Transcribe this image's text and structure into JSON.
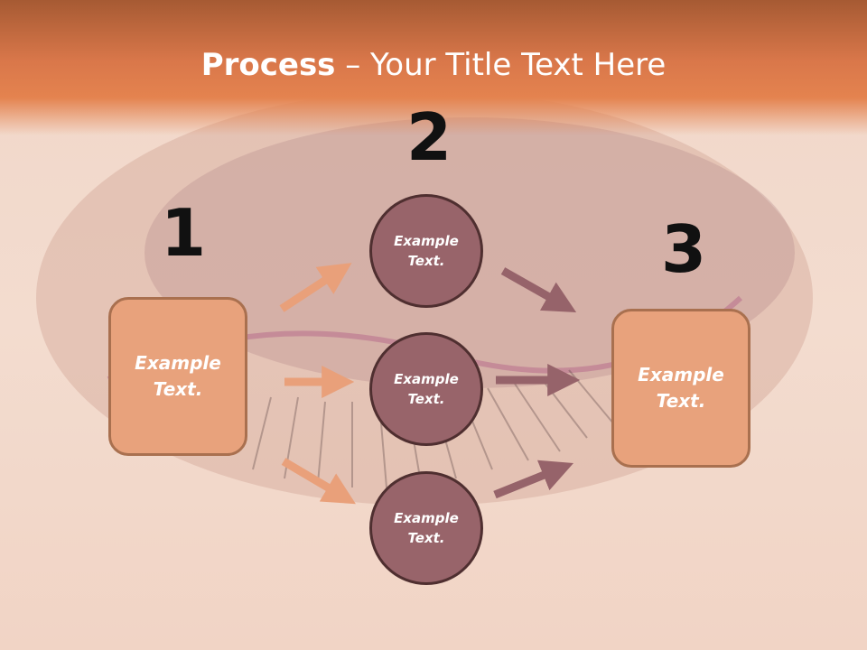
{
  "title": {
    "bold": "Process",
    "rest": " – Your Title Text Here"
  },
  "steps": {
    "one": "1",
    "two": "2",
    "three": "3"
  },
  "boxes": {
    "left": "Example Text.",
    "right": "Example Text."
  },
  "circles": {
    "top": "Example Text.",
    "middle": "Example Text.",
    "bottom": "Example Text."
  },
  "colors": {
    "box_fill": "#e8a27c",
    "circle_fill": "#98646a",
    "arrow_orange": "#e9a07a",
    "arrow_mauve": "#96636a"
  }
}
